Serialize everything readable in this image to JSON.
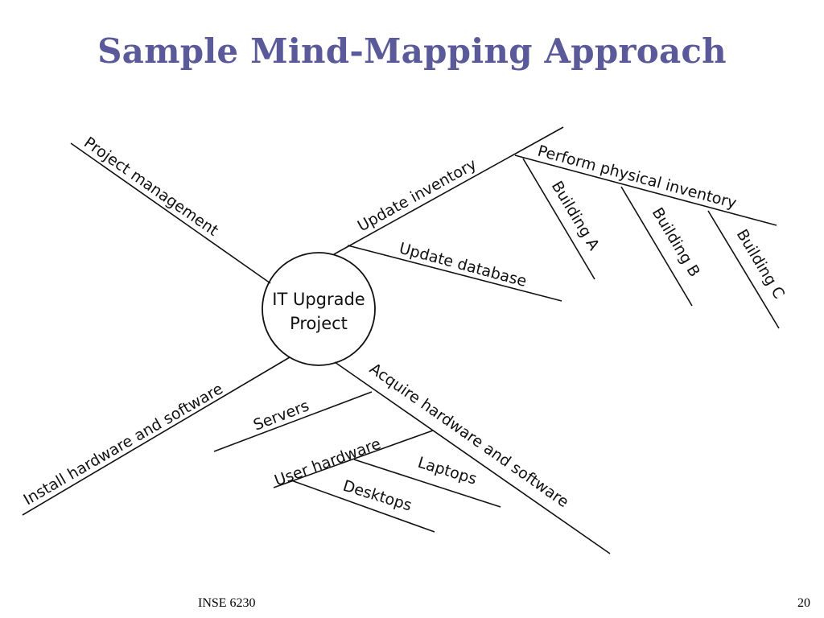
{
  "slide": {
    "title": "Sample Mind-Mapping Approach",
    "title_color": "#5a5a9a",
    "footer_left": "INSE 6230",
    "page_number": "20"
  },
  "mindmap": {
    "center": [
      "IT Upgrade",
      "Project"
    ],
    "branches": {
      "project_management": "Project  management",
      "update_inventory": "Update inventory",
      "perform_physical_inventory": "Perform physical inventory",
      "building_a": "Building A",
      "building_b": "Building B",
      "building_c": "Building C",
      "update_database": "Update database",
      "install_hw_sw": "Install hardware and software",
      "acquire_hw_sw": "Acquire hardware and software",
      "servers": "Servers",
      "user_hardware": "User hardware",
      "laptops": "Laptops",
      "desktops": "Desktops"
    }
  }
}
